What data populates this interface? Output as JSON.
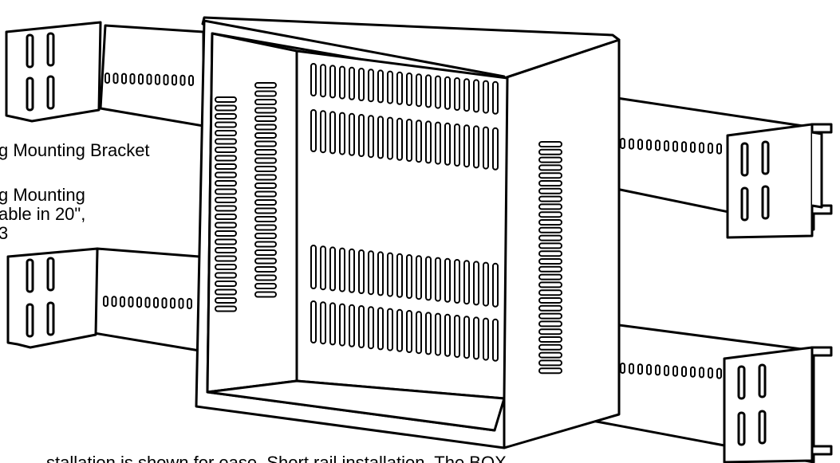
{
  "callouts": {
    "bracket_label": "g Mounting Bracket",
    "mounting_line1": "g Mounting",
    "mounting_line2": "able in 20\",",
    "mounting_line3": "3"
  },
  "footer": {
    "caption": "stallation is shown for ease. Short rail installation. The BOX"
  },
  "colors": {
    "line": "#000000",
    "fill": "#ffffff"
  }
}
